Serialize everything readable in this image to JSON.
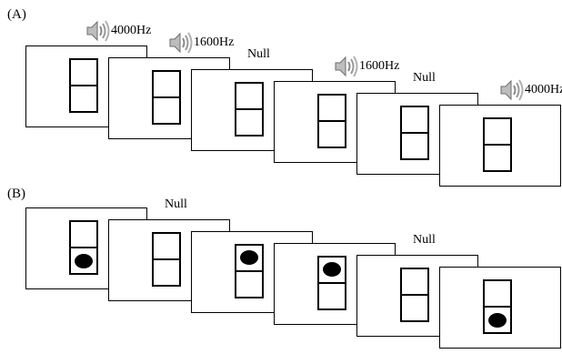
{
  "panels": [
    {
      "label": "(A)",
      "frames": [
        {
          "tone": "4000Hz",
          "speaker": true,
          "dot": "none"
        },
        {
          "tone": "1600Hz",
          "speaker": true,
          "dot": "none"
        },
        {
          "tone": "Null",
          "speaker": false,
          "dot": "none"
        },
        {
          "tone": "1600Hz",
          "speaker": true,
          "dot": "none"
        },
        {
          "tone": "Null",
          "speaker": false,
          "dot": "none"
        },
        {
          "tone": "4000Hz",
          "speaker": true,
          "dot": "none"
        }
      ]
    },
    {
      "label": "(B)",
      "frames": [
        {
          "tone": "",
          "speaker": false,
          "dot": "bottom"
        },
        {
          "tone": "Null",
          "speaker": false,
          "dot": "none"
        },
        {
          "tone": "",
          "speaker": false,
          "dot": "top"
        },
        {
          "tone": "",
          "speaker": false,
          "dot": "top"
        },
        {
          "tone": "Null",
          "speaker": false,
          "dot": "none"
        },
        {
          "tone": "",
          "speaker": false,
          "dot": "bottom"
        }
      ]
    }
  ]
}
